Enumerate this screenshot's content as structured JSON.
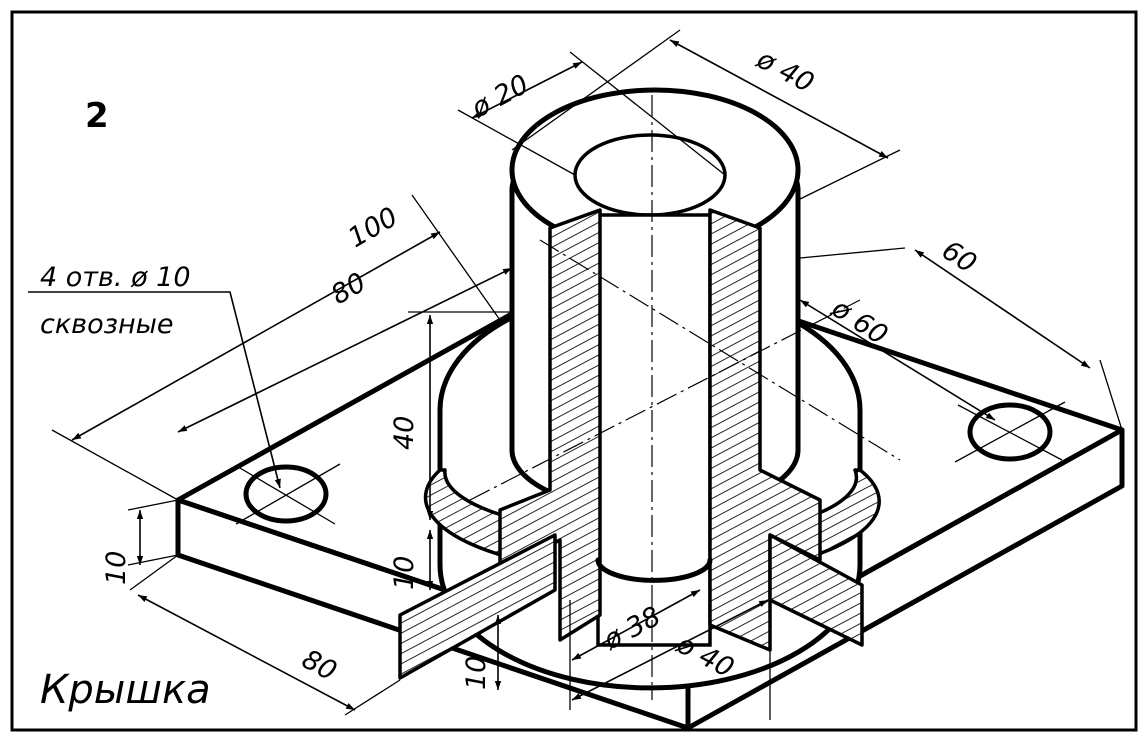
{
  "sheet": {
    "number": "2",
    "title": "Крышка",
    "note_line1": "4 отв. ø 10",
    "note_line2": "сквозные"
  },
  "dimensions": {
    "d_bore": "ø 20",
    "d_boss": "ø 40",
    "len_100": "100",
    "len_80_top": "80",
    "width_60": "60",
    "d_flange": "ø 60",
    "h_40": "40",
    "h_10_left": "10",
    "h_10_inner": "10",
    "h_10_bottom": "10",
    "w_80_bottom": "80",
    "d_38": "ø 38",
    "d_40_bottom": "ø 40"
  }
}
